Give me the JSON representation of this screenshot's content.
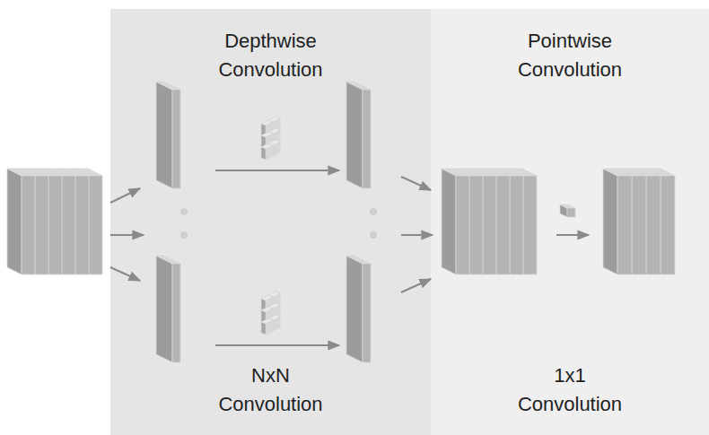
{
  "diagram": {
    "nodes": [
      {
        "text": [
          "Depthwise Convolution",
          "NxN Convolution"
        ]
      },
      {
        "text": [
          "Pointwise Convolution",
          "1x1 Convolution"
        ]
      }
    ]
  }
}
